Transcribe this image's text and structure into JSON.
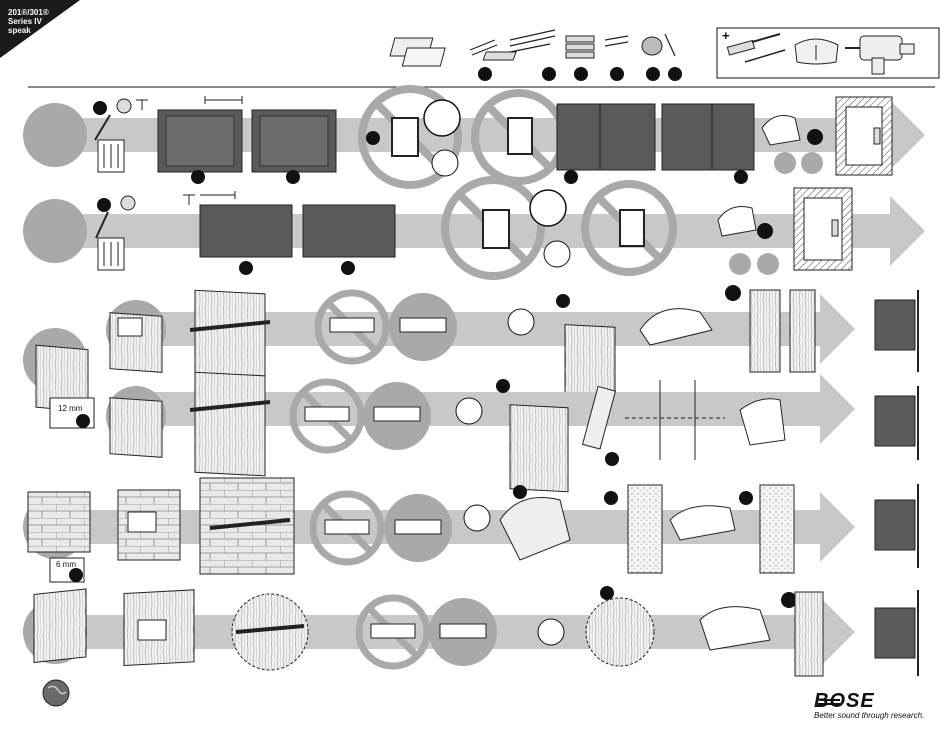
{
  "title": {
    "line1": "201®/301®",
    "line2": "Series IV",
    "line3": "speak"
  },
  "measurements": {
    "drill_12mm": "12 mm",
    "drill_6mm": "6 mm"
  },
  "brand": {
    "logo_text": "BOSE",
    "tagline": "Better sound through research."
  },
  "tools_box_symbol": "+",
  "colors": {
    "arrow_gray": "#c8c8c8",
    "dark_gray": "#5a5a5a",
    "circle_gray": "#a9a9a9",
    "black": "#111111"
  }
}
